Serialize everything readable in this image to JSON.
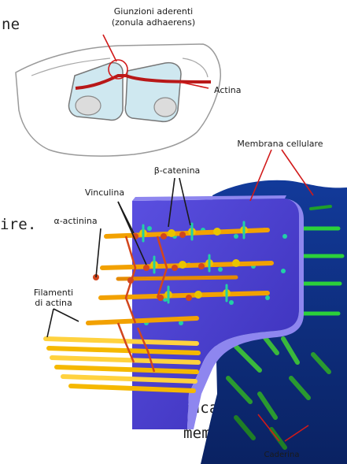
{
  "background_text": {
    "line1": "ne",
    "line2": "ire.",
    "line3": "ancanza",
    "line4": "membrane"
  },
  "labels": {
    "adherens_title_1": "Giunzioni aderenti",
    "adherens_title_2": "(zonula adhaerens)",
    "actina": "Actina",
    "membrana": "Membrana cellulare",
    "beta_catenina": "β-catenina",
    "vinculina": "Vinculina",
    "alpha_actinina": "α-actinina",
    "filamenti_1": "Filamenti",
    "filamenti_2": "di actina",
    "caderina": "Caderina"
  },
  "colors": {
    "membrane_front": "#4a3fd0",
    "membrane_edge": "#8e86ef",
    "membrane_back": "#0c2a78",
    "actin": "#f2a100",
    "actin_light": "#ffd23f",
    "catenin": "#e8c400",
    "vinculin": "#d2461e",
    "cadherin": "#27c431",
    "pointer": "#d11a1a"
  }
}
